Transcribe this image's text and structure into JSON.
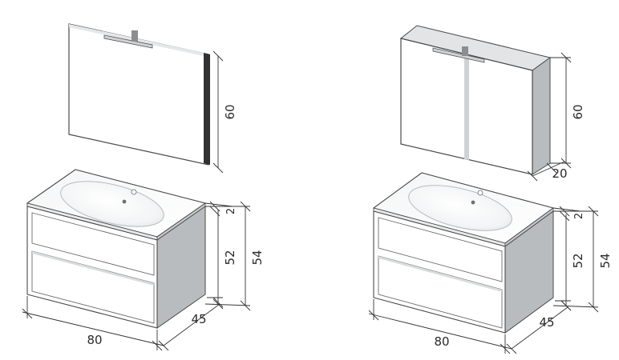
{
  "left_set": {
    "mirror": {
      "height": "60"
    },
    "basin": {
      "thickness": "2"
    },
    "cabinet": {
      "height": "52",
      "total_height": "54",
      "width": "80",
      "depth": "45"
    }
  },
  "right_set": {
    "mirror_cabinet": {
      "height": "60",
      "depth": "20"
    },
    "basin": {
      "thickness": "2"
    },
    "cabinet": {
      "height": "52",
      "total_height": "54",
      "width": "80",
      "depth": "45"
    }
  },
  "colors": {
    "surface_white": "#ffffff",
    "side_grey": "#b9bcbe",
    "mirror_grey": "#c9cccf",
    "edge_dark": "#4a4a4a",
    "basin_shadow": "#dfe2e4"
  }
}
